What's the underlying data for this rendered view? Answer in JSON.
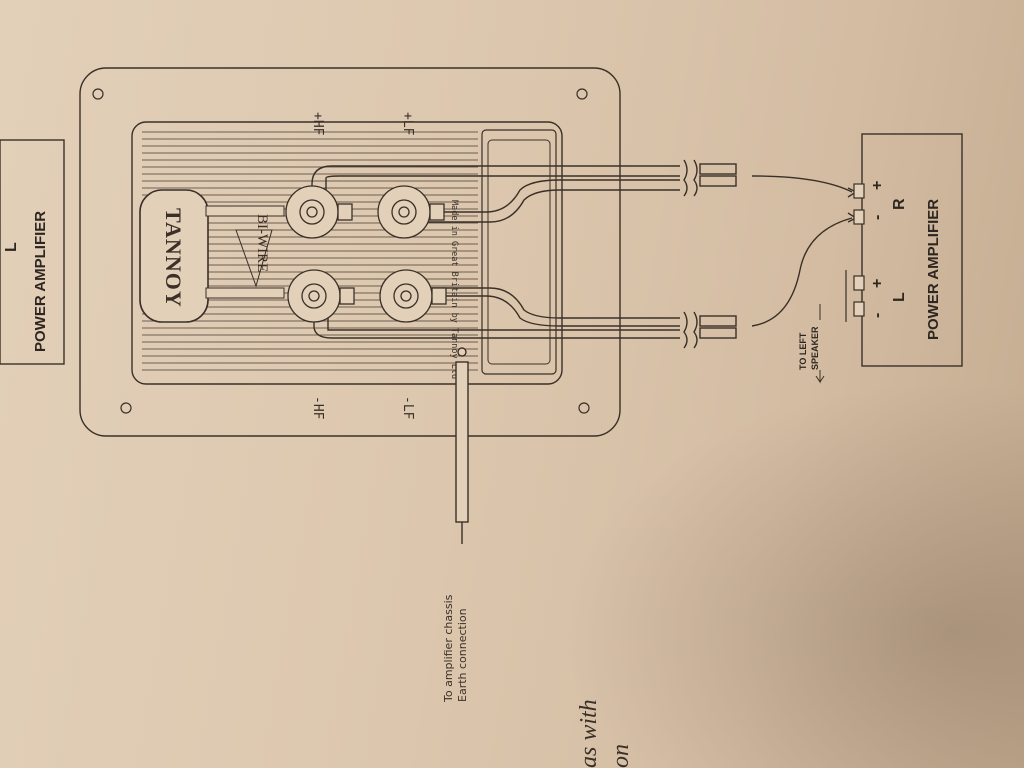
{
  "labels": {
    "hf_plus": "+HF",
    "lf_plus": "+LF",
    "hf_minus": "-HF",
    "lf_minus": "-LF",
    "bi_wire": "BI-WIRE",
    "brand": "TANNOY",
    "made_in": "Made in Great Britain by Tannoy Ltd"
  },
  "left_amplifier": {
    "title": "POWER AMPLIFIER",
    "channel": "L"
  },
  "right_amplifier": {
    "title": "POWER AMPLIFIER",
    "left_channel": "L",
    "right_channel": "R",
    "minus": "-",
    "plus": "+",
    "to_left_line1": "TO LEFT",
    "to_left_line2": "SPEAKER"
  },
  "earth_note": {
    "line1": "To amplifier chassis",
    "line2": "Earth connection"
  },
  "heading_fragment": {
    "line1": "as with",
    "line2": "on"
  },
  "colors": {
    "ink": "#3a3028",
    "paper": "#e3d0b9"
  }
}
